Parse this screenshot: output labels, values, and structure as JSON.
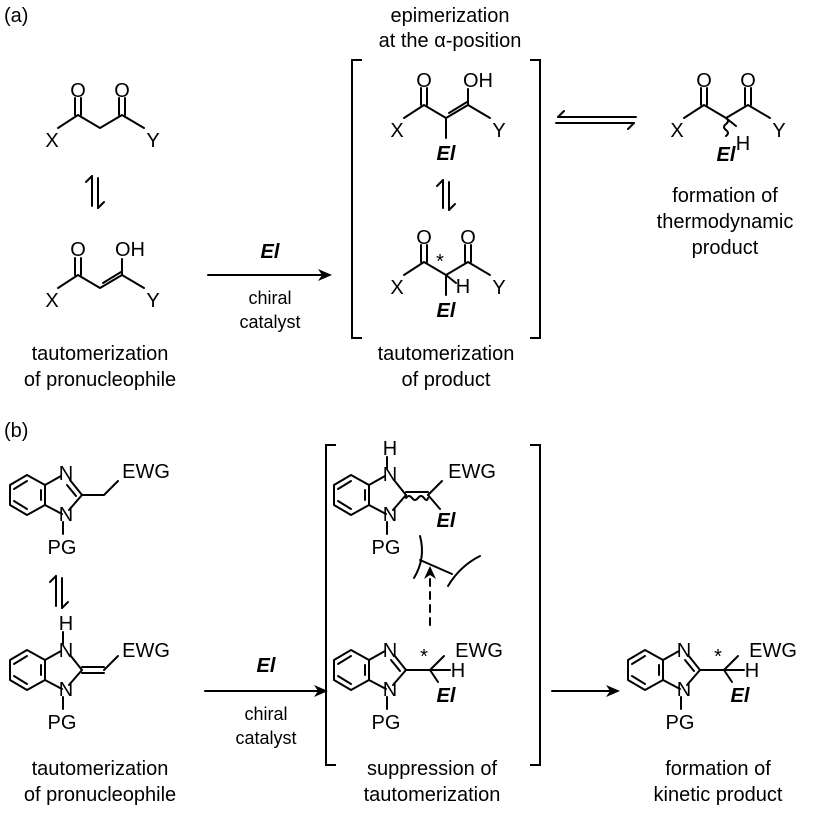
{
  "panel_a": {
    "label": "(a)",
    "caption_top": [
      "epimerization",
      "at the α-position"
    ],
    "caption_left": [
      "tautomerization",
      "of pronucleophile"
    ],
    "caption_mid": [
      "tautomerization",
      "of product"
    ],
    "caption_right": [
      "formation of",
      "thermodynamic",
      "product"
    ],
    "reagent": "El",
    "catalyst": [
      "chiral",
      "catalyst"
    ],
    "atoms": {
      "O": "O",
      "OH": "OH",
      "X": "X",
      "Y": "Y",
      "H": "H",
      "El": "El",
      "star": "*"
    }
  },
  "panel_b": {
    "label": "(b)",
    "caption_left": [
      "tautomerization",
      "of pronucleophile"
    ],
    "caption_mid": [
      "suppression of",
      "tautomerization"
    ],
    "caption_right": [
      "formation of",
      "kinetic product"
    ],
    "reagent": "El",
    "catalyst": [
      "chiral",
      "catalyst"
    ],
    "atoms": {
      "N": "N",
      "H": "H",
      "EWG": "EWG",
      "PG": "PG",
      "El": "El",
      "star": "*"
    }
  }
}
